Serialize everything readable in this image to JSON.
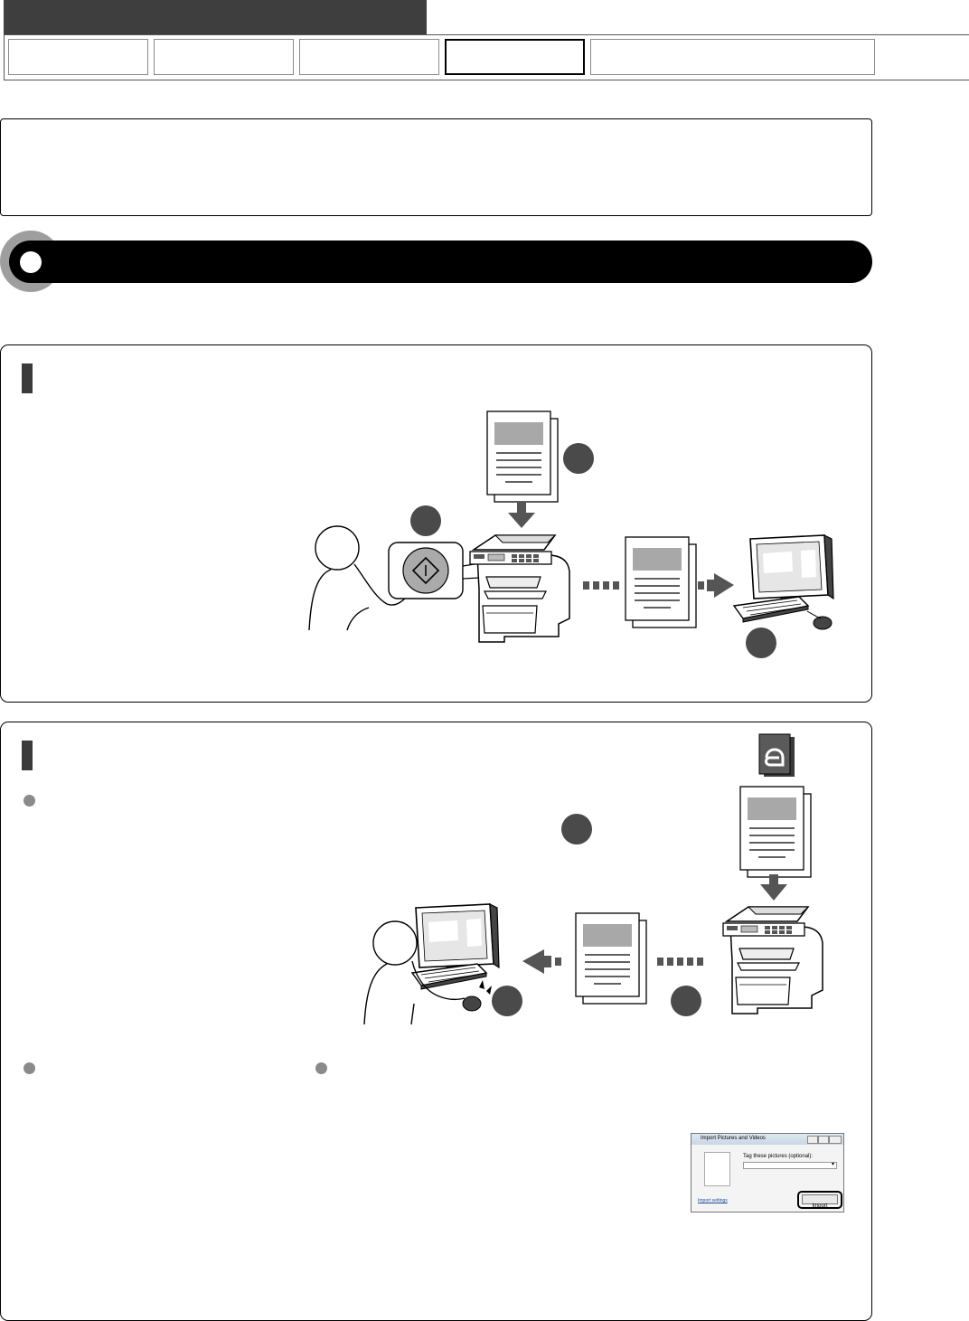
{
  "header": {
    "nav_tabs": [
      {
        "id": "tab-1",
        "active": false
      },
      {
        "id": "tab-2",
        "active": false
      },
      {
        "id": "tab-3",
        "active": false
      },
      {
        "id": "tab-4",
        "active": true
      },
      {
        "id": "tab-5",
        "active": false
      }
    ]
  },
  "diagram_push": {
    "step_markers": 3,
    "icons": [
      "document-icon",
      "arrow-down-icon",
      "start-button-icon",
      "multifunction-printer-icon",
      "dotted-line-icon",
      "arrow-right-icon",
      "computer-icon",
      "person-icon"
    ]
  },
  "diagram_pull": {
    "step_markers": 3,
    "icons": [
      "app-logo-icon",
      "document-icon",
      "arrow-down-icon",
      "multifunction-printer-icon",
      "dotted-line-icon",
      "arrow-left-icon",
      "computer-icon",
      "person-icon",
      "mouse-click-icon"
    ]
  },
  "import_dialog": {
    "title": "Import Pictures and Videos",
    "tag_label": "Tag these pictures (optional):",
    "settings_link": "Import settings",
    "import_button": "Import"
  },
  "colors": {
    "dark_bar": "#3e3e3e",
    "banner": "#000000",
    "banner_ring": "#9e9e9e",
    "step_circle": "#4a4a4a",
    "bullet": "#8a8a8a",
    "doc_block": "#a8a8a8"
  }
}
